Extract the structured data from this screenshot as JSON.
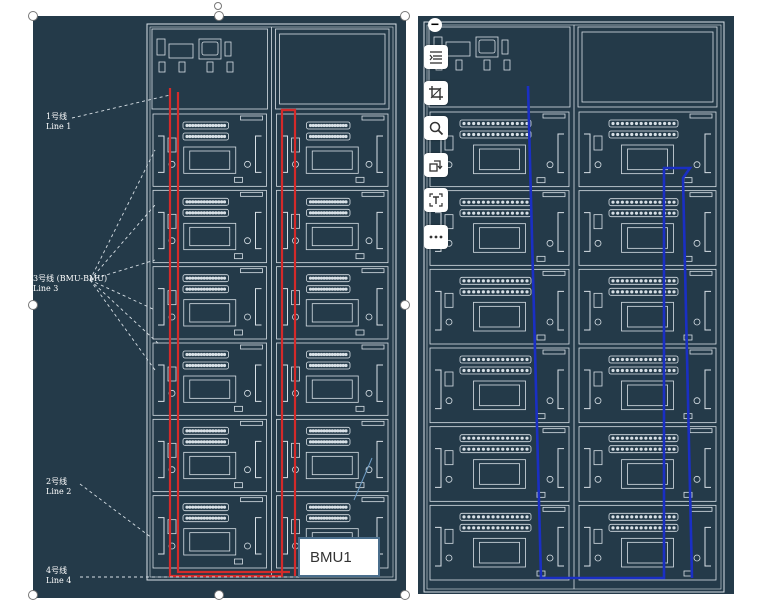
{
  "left_panel": {
    "labels": {
      "line1": "1号线\nLine 1",
      "line3": "3号线 (BMU-BMU)\nLine 3",
      "line2": "2号线\nLine 2",
      "line4": "4号线\nLine 4"
    },
    "callout": "BMU1",
    "wire_color": "#d42a2a"
  },
  "right_panel": {
    "wire_color": "#1a2fc4"
  },
  "toolbar": {
    "minus": "−",
    "items": [
      "layout-options-icon",
      "crop-icon",
      "zoom-icon",
      "rotate-icon",
      "text-icon",
      "more-icon"
    ]
  },
  "colors": {
    "background": "#243a49",
    "linework": "#d8e0e6"
  }
}
